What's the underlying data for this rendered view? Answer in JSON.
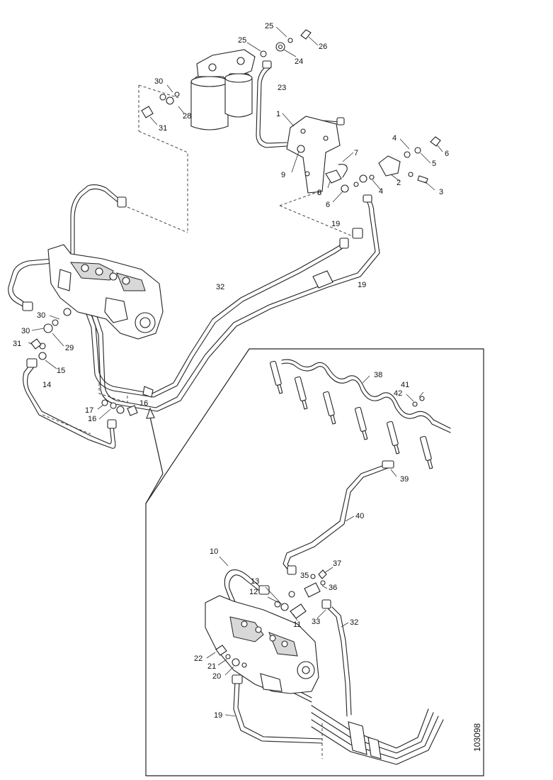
{
  "figure_id": "103098",
  "callouts": {
    "c1": "1",
    "c2": "2",
    "c3": "3",
    "c4a": "4",
    "c4b": "4",
    "c5": "5",
    "c6a": "6",
    "c6b": "6",
    "c6c": "6",
    "c7": "7",
    "c8": "8",
    "c9": "9",
    "c10": "10",
    "c11": "11",
    "c12": "12",
    "c13": "13",
    "c14": "14",
    "c15": "15",
    "c16a": "16",
    "c16b": "16",
    "c17": "17",
    "c19a": "19",
    "c19b": "19",
    "c19c": "19",
    "c20": "20",
    "c21": "21",
    "c22": "22",
    "c23a": "23",
    "c24": "24",
    "c25a": "25",
    "c25b": "25",
    "c26": "26",
    "c28": "28",
    "c29": "29",
    "c30a": "30",
    "c30b": "30",
    "c30c": "30",
    "c31a": "31",
    "c31b": "31",
    "c32a": "32",
    "c32b": "32",
    "c33": "33",
    "c35": "35",
    "c36": "36",
    "c37": "37",
    "c38": "38",
    "c39": "39",
    "c40": "40",
    "c41": "41",
    "c42": "42"
  }
}
